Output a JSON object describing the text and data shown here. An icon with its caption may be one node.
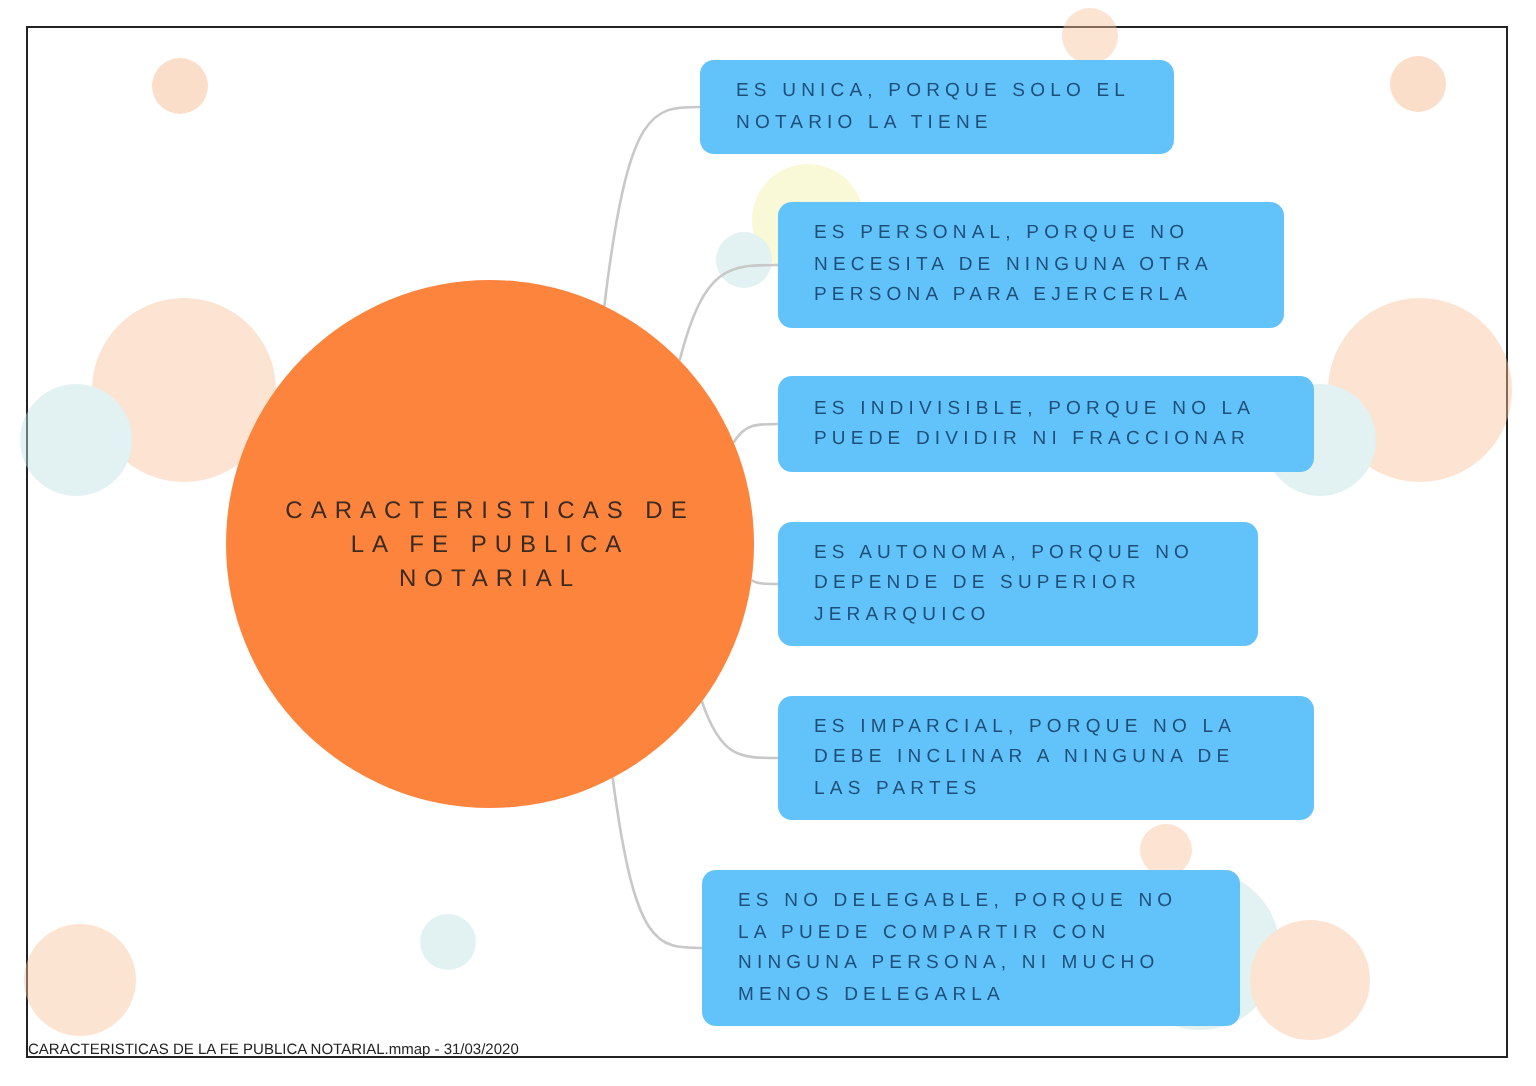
{
  "diagram": {
    "nodes": [
      {
        "text": [
          "CARACTERISTICAS DE LA FE PUBLICA NOTARIAL"
        ]
      },
      {
        "text": [
          "ES UNICA, PORQUE SOLO EL NOTARIO LA TIENE"
        ]
      },
      {
        "text": [
          "ES PERSONAL, PORQUE NO NECESITA DE NINGUNA OTRA PERSONA PARA EJERCERLA"
        ]
      },
      {
        "text": [
          "ES INDIVISIBLE, PORQUE NO LA PUEDE DIVIDIR NI FRACCIONAR"
        ]
      },
      {
        "text": [
          "ES AUTONOMA, PORQUE NO DEPENDE DE SUPERIOR JERARQUICO"
        ]
      },
      {
        "text": [
          "ES IMPARCIAL, PORQUE NO LA DEBE INCLINAR A NINGUNA DE LAS PARTES"
        ]
      },
      {
        "text": [
          "ES NO DELEGABLE, PORQUE NO LA PUEDE COMPARTIR CON NINGUNA PERSONA, NI MUCHO MENOS DELEGARLA"
        ]
      }
    ],
    "edges": [
      {
        "from": 0,
        "to": 1,
        "arrow": "none"
      },
      {
        "from": 0,
        "to": 2,
        "arrow": "none"
      },
      {
        "from": 0,
        "to": 3,
        "arrow": "none"
      },
      {
        "from": 0,
        "to": 4,
        "arrow": "none"
      },
      {
        "from": 0,
        "to": 5,
        "arrow": "none"
      },
      {
        "from": 0,
        "to": 6,
        "arrow": "none"
      }
    ],
    "labels": [
      "CARACTERISTICAS DE LA FE PUBLICA NOTARIAL.mmap - 31/03/2020"
    ]
  }
}
